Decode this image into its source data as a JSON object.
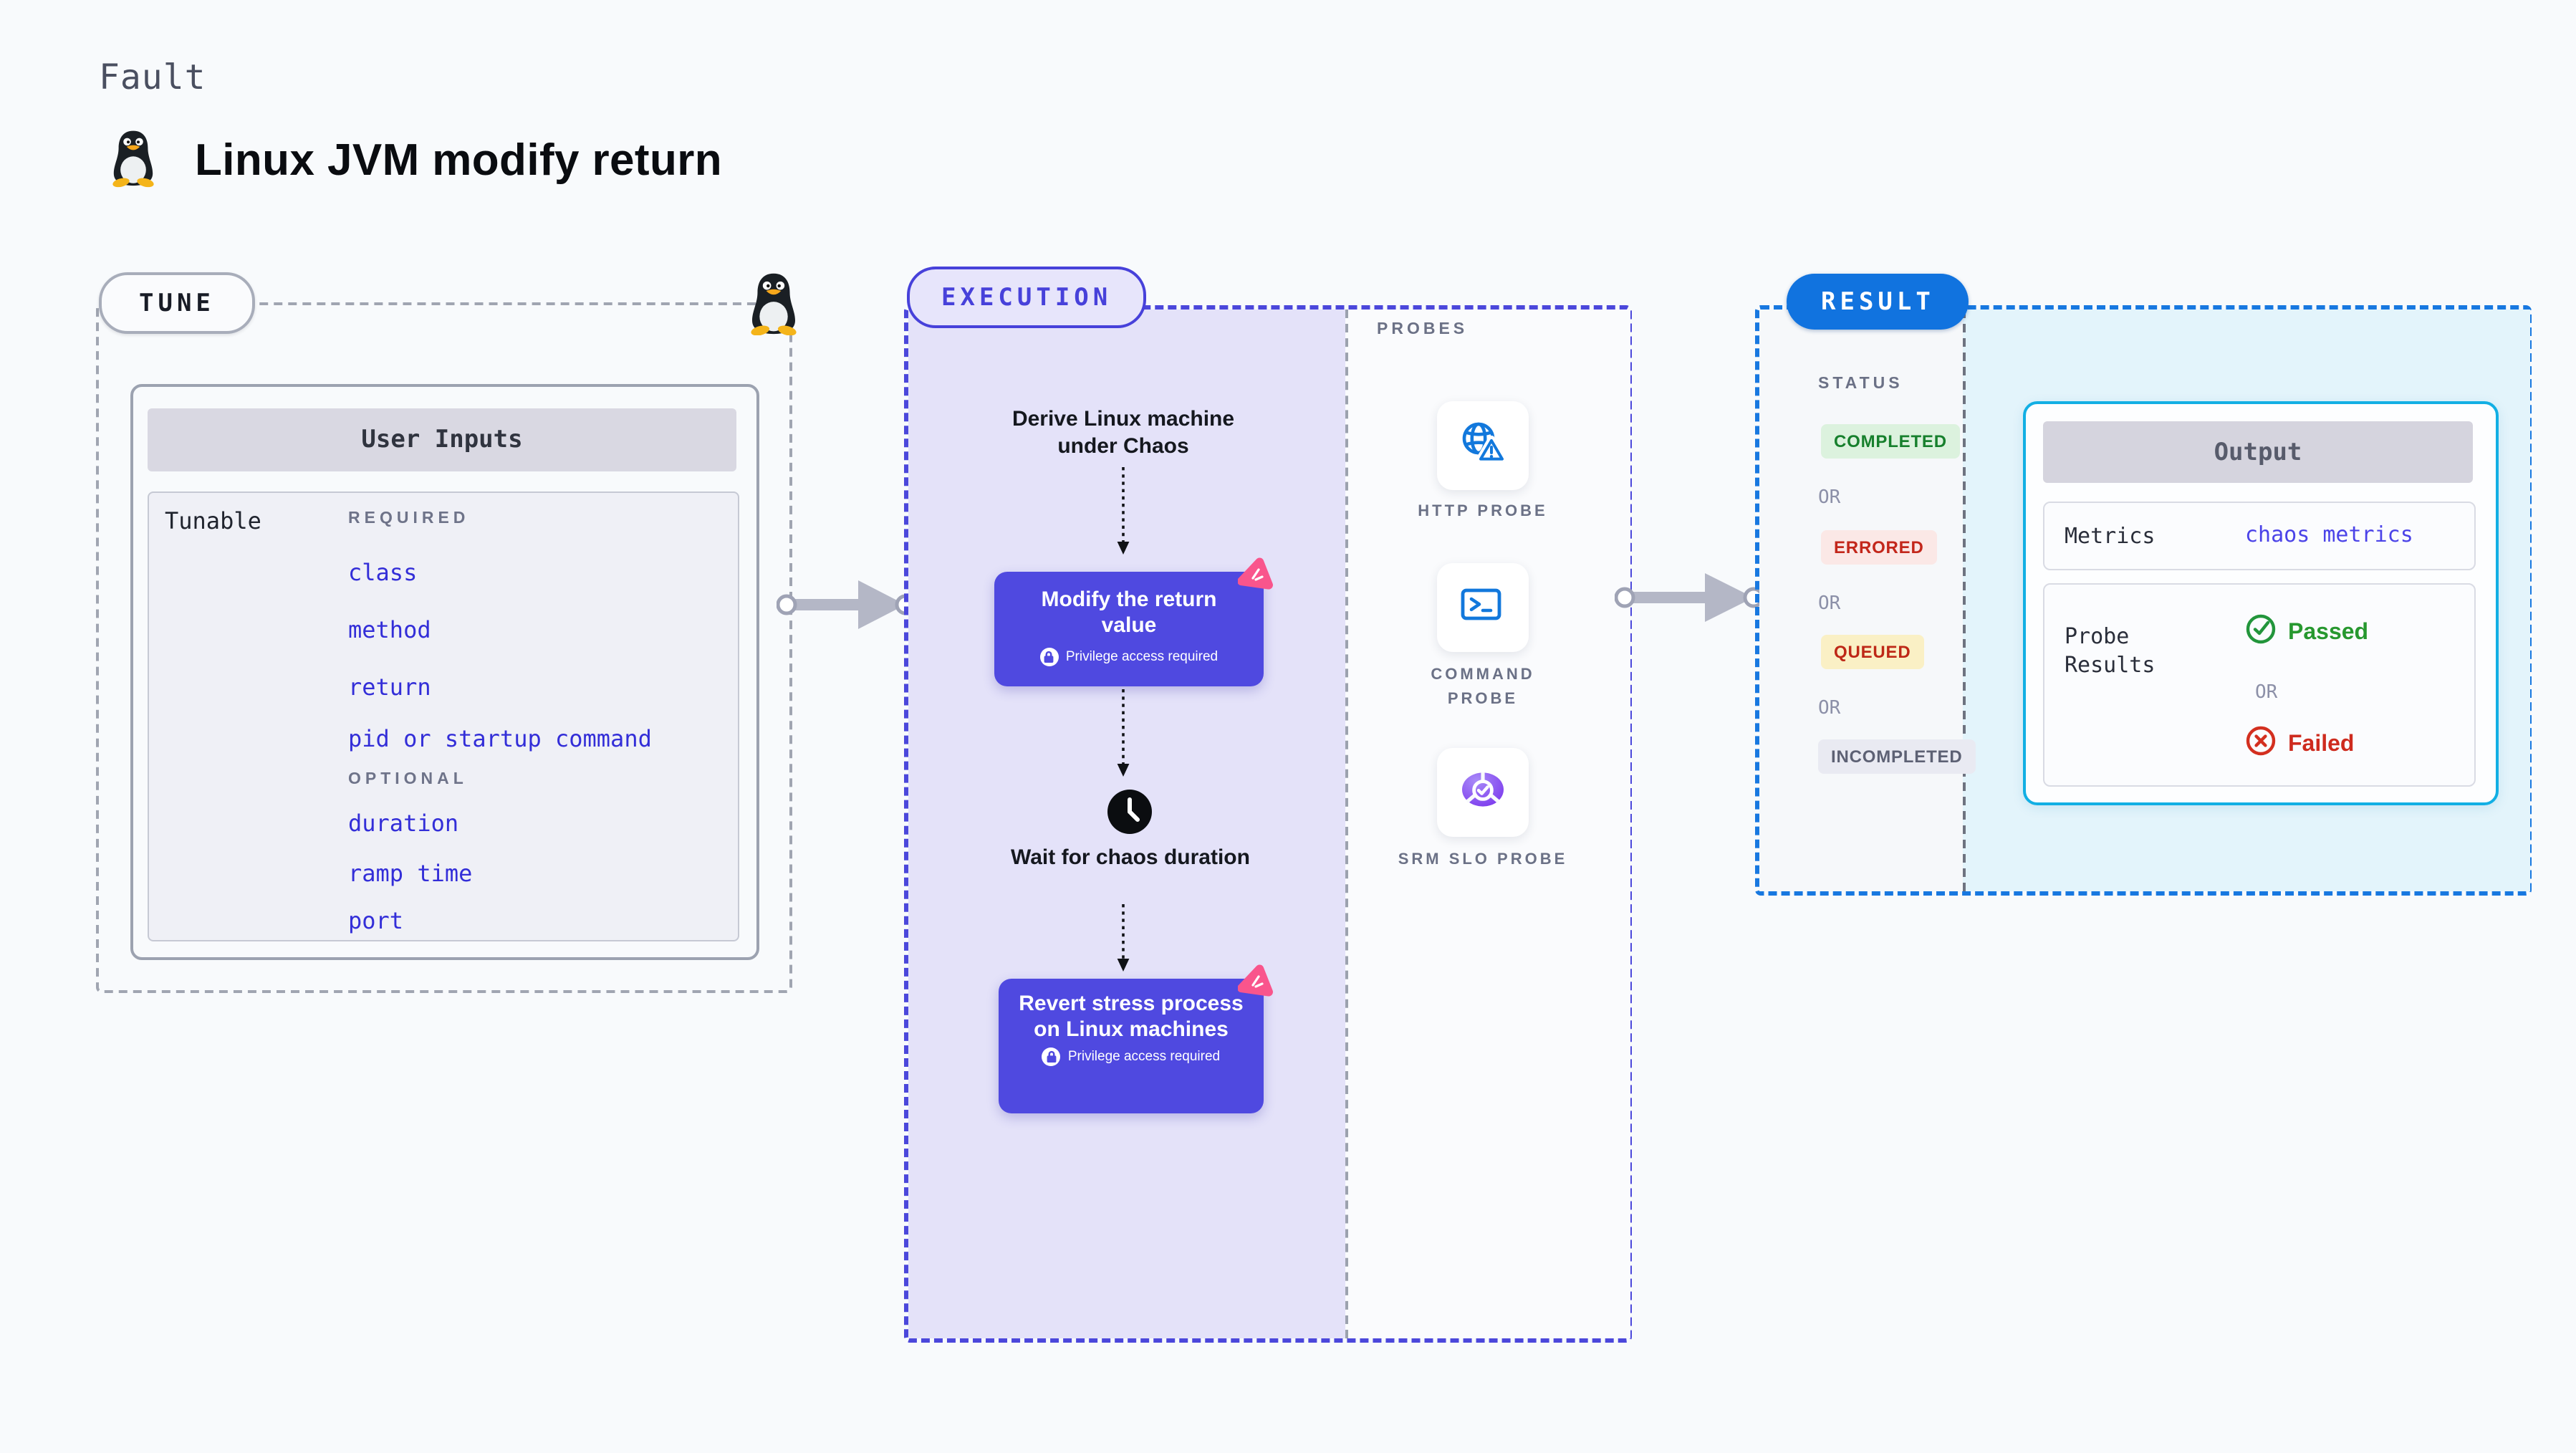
{
  "header": {
    "eyebrow": "Fault",
    "title": "Linux JVM modify return"
  },
  "tune": {
    "badge": "TUNE",
    "table_title": "User Inputs",
    "row_label": "Tunable",
    "required_label": "REQUIRED",
    "required_items": [
      "class",
      "method",
      "return",
      "pid or startup command"
    ],
    "optional_label": "OPTIONAL",
    "optional_items": [
      "duration",
      "ramp time",
      "port"
    ]
  },
  "execution": {
    "badge": "EXECUTION",
    "step_derive": "Derive Linux machine under Chaos",
    "node_modify": {
      "title": "Modify the return value",
      "note": "Privilege access required"
    },
    "step_wait": "Wait for chaos duration",
    "node_revert": {
      "title": "Revert stress process on Linux machines",
      "note": "Privilege access required"
    }
  },
  "probes": {
    "label": "PROBES",
    "items": [
      {
        "name": "HTTP PROBE",
        "icon": "globe-alert-icon"
      },
      {
        "name": "COMMAND PROBE",
        "icon": "terminal-icon"
      },
      {
        "name": "SRM SLO PROBE",
        "icon": "slo-chart-icon"
      }
    ]
  },
  "result": {
    "badge": "RESULT",
    "status_label": "STATUS",
    "or_label": "OR",
    "statuses": [
      "COMPLETED",
      "ERRORED",
      "QUEUED",
      "INCOMPLETED"
    ],
    "output": {
      "title": "Output",
      "metrics_label": "Metrics",
      "metrics_value": "chaos metrics",
      "probe_results_label": "Probe Results",
      "or_label": "OR",
      "passed_label": "Passed",
      "failed_label": "Failed"
    }
  },
  "colors": {
    "node_indigo": "#4F49E0",
    "execution_accent": "#4741DA",
    "result_accent": "#1173DF",
    "output_border": "#12AFE4",
    "link_blue": "#332ED8",
    "pink": "#F9558C",
    "probe_icon_blue": "#1278DC",
    "green": "#27982F",
    "red": "#CE2B1E"
  }
}
